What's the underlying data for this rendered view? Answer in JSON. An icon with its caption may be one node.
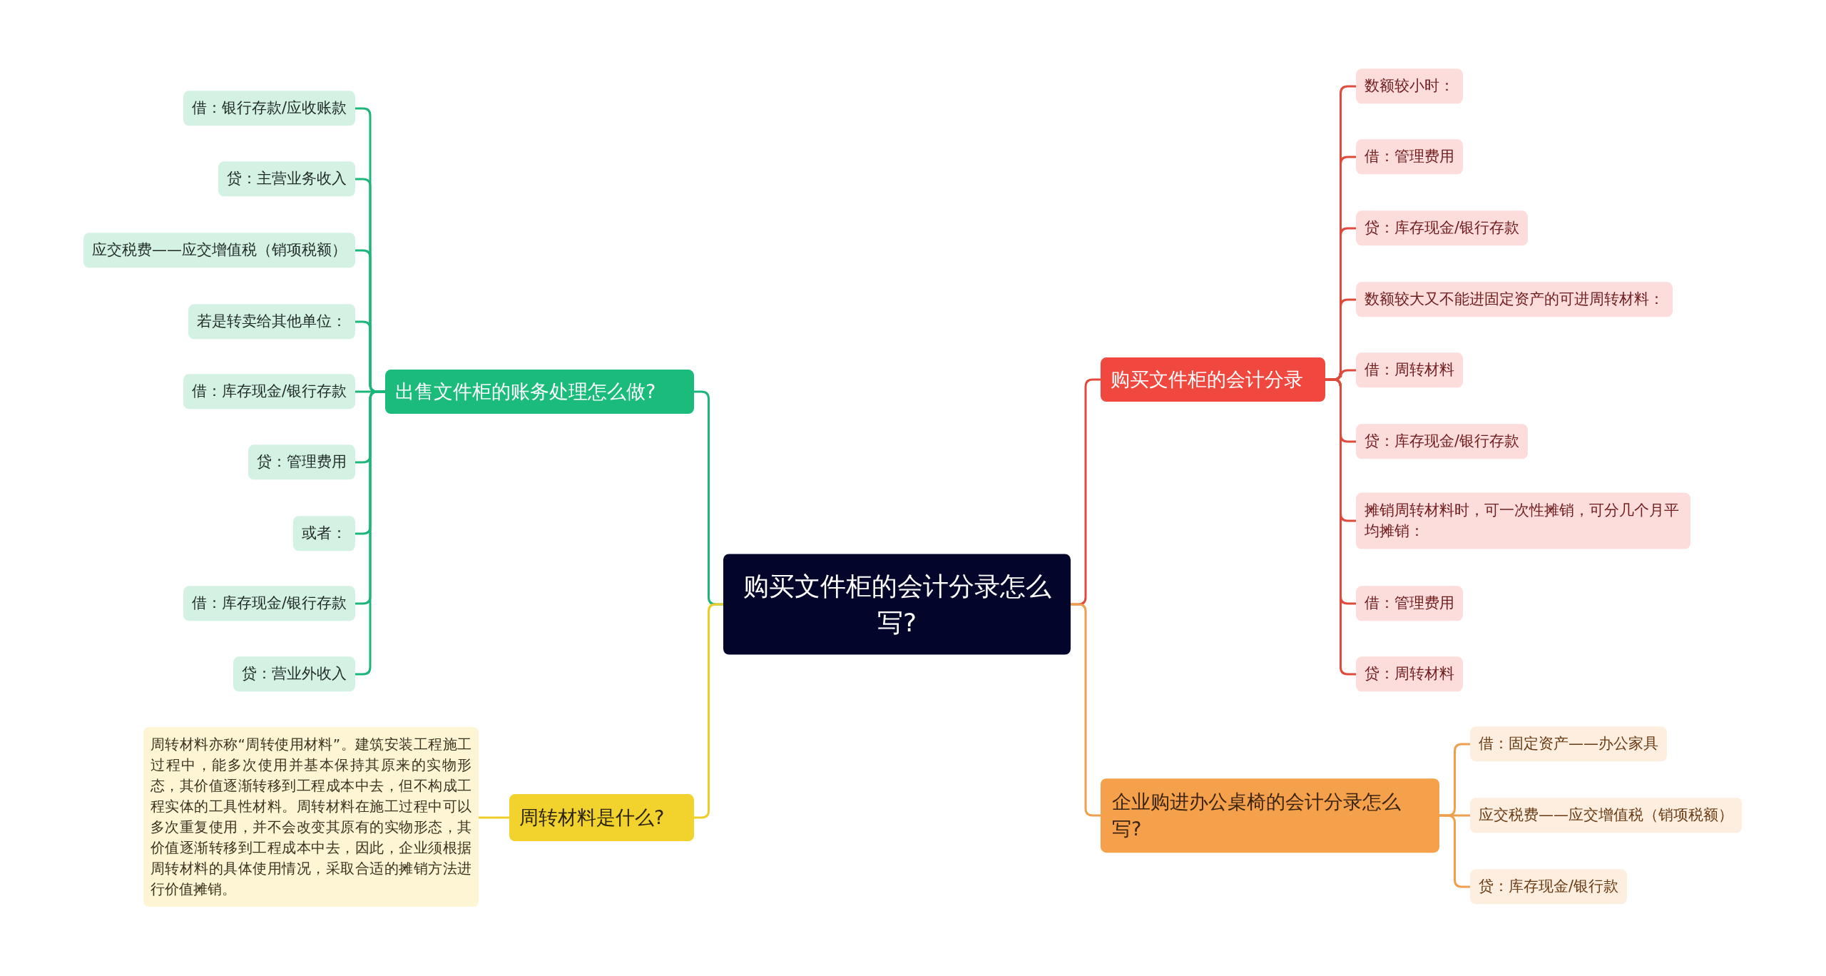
{
  "diagram": {
    "nodes": [
      {
        "text": [
          "购买文件柜的会计分录怎么写?"
        ]
      },
      {
        "text": [
          "出售文件柜的账务处理怎么做?"
        ]
      },
      {
        "text": [
          "借：银行存款/应收账款"
        ]
      },
      {
        "text": [
          "贷：主营业务收入"
        ]
      },
      {
        "text": [
          "应交税费——应交增值税（销项税额）"
        ]
      },
      {
        "text": [
          "若是转卖给其他单位："
        ]
      },
      {
        "text": [
          "借：库存现金/银行存款"
        ]
      },
      {
        "text": [
          "贷：管理费用"
        ]
      },
      {
        "text": [
          "或者："
        ]
      },
      {
        "text": [
          "借：库存现金/银行存款"
        ]
      },
      {
        "text": [
          "贷：营业外收入"
        ]
      },
      {
        "text": [
          "周转材料是什么?"
        ]
      },
      {
        "text": [
          "周转材料亦称“周转使用材料”。建筑安装工程施工过程中，能多次使用并基本保持其原来的实物形态，其价值逐渐转移到工程成本中去，但不构成工程实体的工具性材料。周转材料在施工过程中可以多次重复使用，并不会改变其原有的实物形态，其价值逐渐转移到工程成本中去，因此，企业须根据周转材料的具体使用情况，采取合适的摊销方法进行价值摊销。"
        ]
      },
      {
        "text": [
          "购买文件柜的会计分录"
        ]
      },
      {
        "text": [
          "数额较小时："
        ]
      },
      {
        "text": [
          "借：管理费用"
        ]
      },
      {
        "text": [
          "贷：库存现金/银行存款"
        ]
      },
      {
        "text": [
          "数额较大又不能进固定资产的可进周转材料："
        ]
      },
      {
        "text": [
          "借：周转材料"
        ]
      },
      {
        "text": [
          "贷：库存现金/银行存款"
        ]
      },
      {
        "text": [
          "摊销周转材料时，可一次性摊销，可分几个月平均摊销："
        ]
      },
      {
        "text": [
          "借：管理费用"
        ]
      },
      {
        "text": [
          "贷：周转材料"
        ]
      },
      {
        "text": [
          "企业购进办公桌椅的会计分录怎么写?"
        ]
      },
      {
        "text": [
          "借：固定资产——办公家具"
        ]
      },
      {
        "text": [
          "应交税费——应交增值税（销项税额）"
        ]
      },
      {
        "text": [
          "贷：库存现金/银行款"
        ]
      }
    ],
    "edges": [
      {
        "from": 0,
        "to": 1,
        "arrow": "none",
        "color": "#1db67a"
      },
      {
        "from": 0,
        "to": 11,
        "arrow": "none",
        "color": "#efcd28"
      },
      {
        "from": 0,
        "to": 13,
        "arrow": "none",
        "color": "#e04a3c"
      },
      {
        "from": 0,
        "to": 23,
        "arrow": "none",
        "color": "#eea04e"
      },
      {
        "from": 1,
        "to": 2,
        "arrow": "none",
        "color": "#1db67a"
      },
      {
        "from": 1,
        "to": 3,
        "arrow": "none",
        "color": "#1db67a"
      },
      {
        "from": 1,
        "to": 4,
        "arrow": "none",
        "color": "#1db67a"
      },
      {
        "from": 1,
        "to": 5,
        "arrow": "none",
        "color": "#1db67a"
      },
      {
        "from": 1,
        "to": 6,
        "arrow": "none",
        "color": "#1db67a"
      },
      {
        "from": 1,
        "to": 7,
        "arrow": "none",
        "color": "#1db67a"
      },
      {
        "from": 1,
        "to": 8,
        "arrow": "none",
        "color": "#1db67a"
      },
      {
        "from": 1,
        "to": 9,
        "arrow": "none",
        "color": "#1db67a"
      },
      {
        "from": 1,
        "to": 10,
        "arrow": "none",
        "color": "#1db67a"
      },
      {
        "from": 11,
        "to": 12,
        "arrow": "none",
        "color": "#efcd28"
      },
      {
        "from": 13,
        "to": 14,
        "arrow": "none",
        "color": "#e04a3c"
      },
      {
        "from": 13,
        "to": 15,
        "arrow": "none",
        "color": "#e04a3c"
      },
      {
        "from": 13,
        "to": 16,
        "arrow": "none",
        "color": "#e04a3c"
      },
      {
        "from": 13,
        "to": 17,
        "arrow": "none",
        "color": "#e04a3c"
      },
      {
        "from": 13,
        "to": 18,
        "arrow": "none",
        "color": "#e04a3c"
      },
      {
        "from": 13,
        "to": 19,
        "arrow": "none",
        "color": "#e04a3c"
      },
      {
        "from": 13,
        "to": 20,
        "arrow": "none",
        "color": "#e04a3c"
      },
      {
        "from": 13,
        "to": 21,
        "arrow": "none",
        "color": "#e04a3c"
      },
      {
        "from": 13,
        "to": 22,
        "arrow": "none",
        "color": "#e04a3c"
      },
      {
        "from": 23,
        "to": 24,
        "arrow": "none",
        "color": "#eea04e"
      },
      {
        "from": 23,
        "to": 25,
        "arrow": "none",
        "color": "#eea04e"
      },
      {
        "from": 23,
        "to": 26,
        "arrow": "none",
        "color": "#eea04e"
      }
    ]
  }
}
